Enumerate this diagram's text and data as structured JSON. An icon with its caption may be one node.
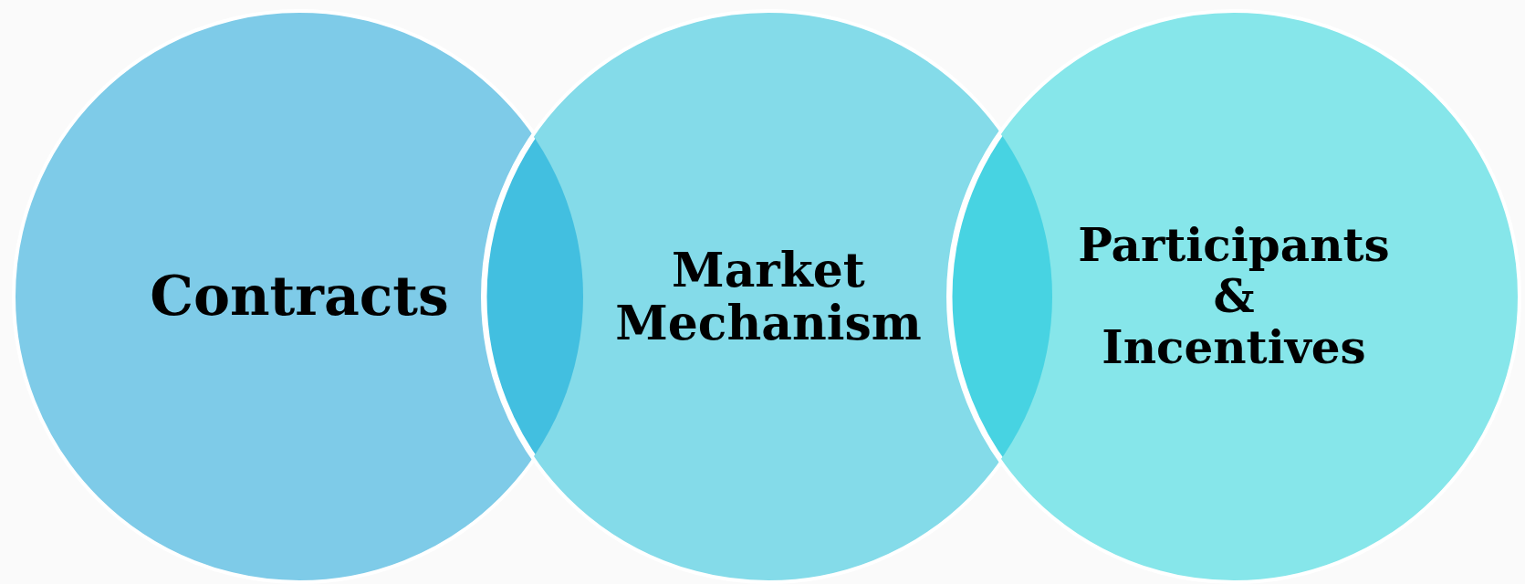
{
  "diagram": {
    "nodes": [
      {
        "text": [
          "Contracts"
        ]
      },
      {
        "text": [
          "Market Mechanism"
        ]
      },
      {
        "text": [
          "Participants & Incentives"
        ]
      }
    ]
  }
}
